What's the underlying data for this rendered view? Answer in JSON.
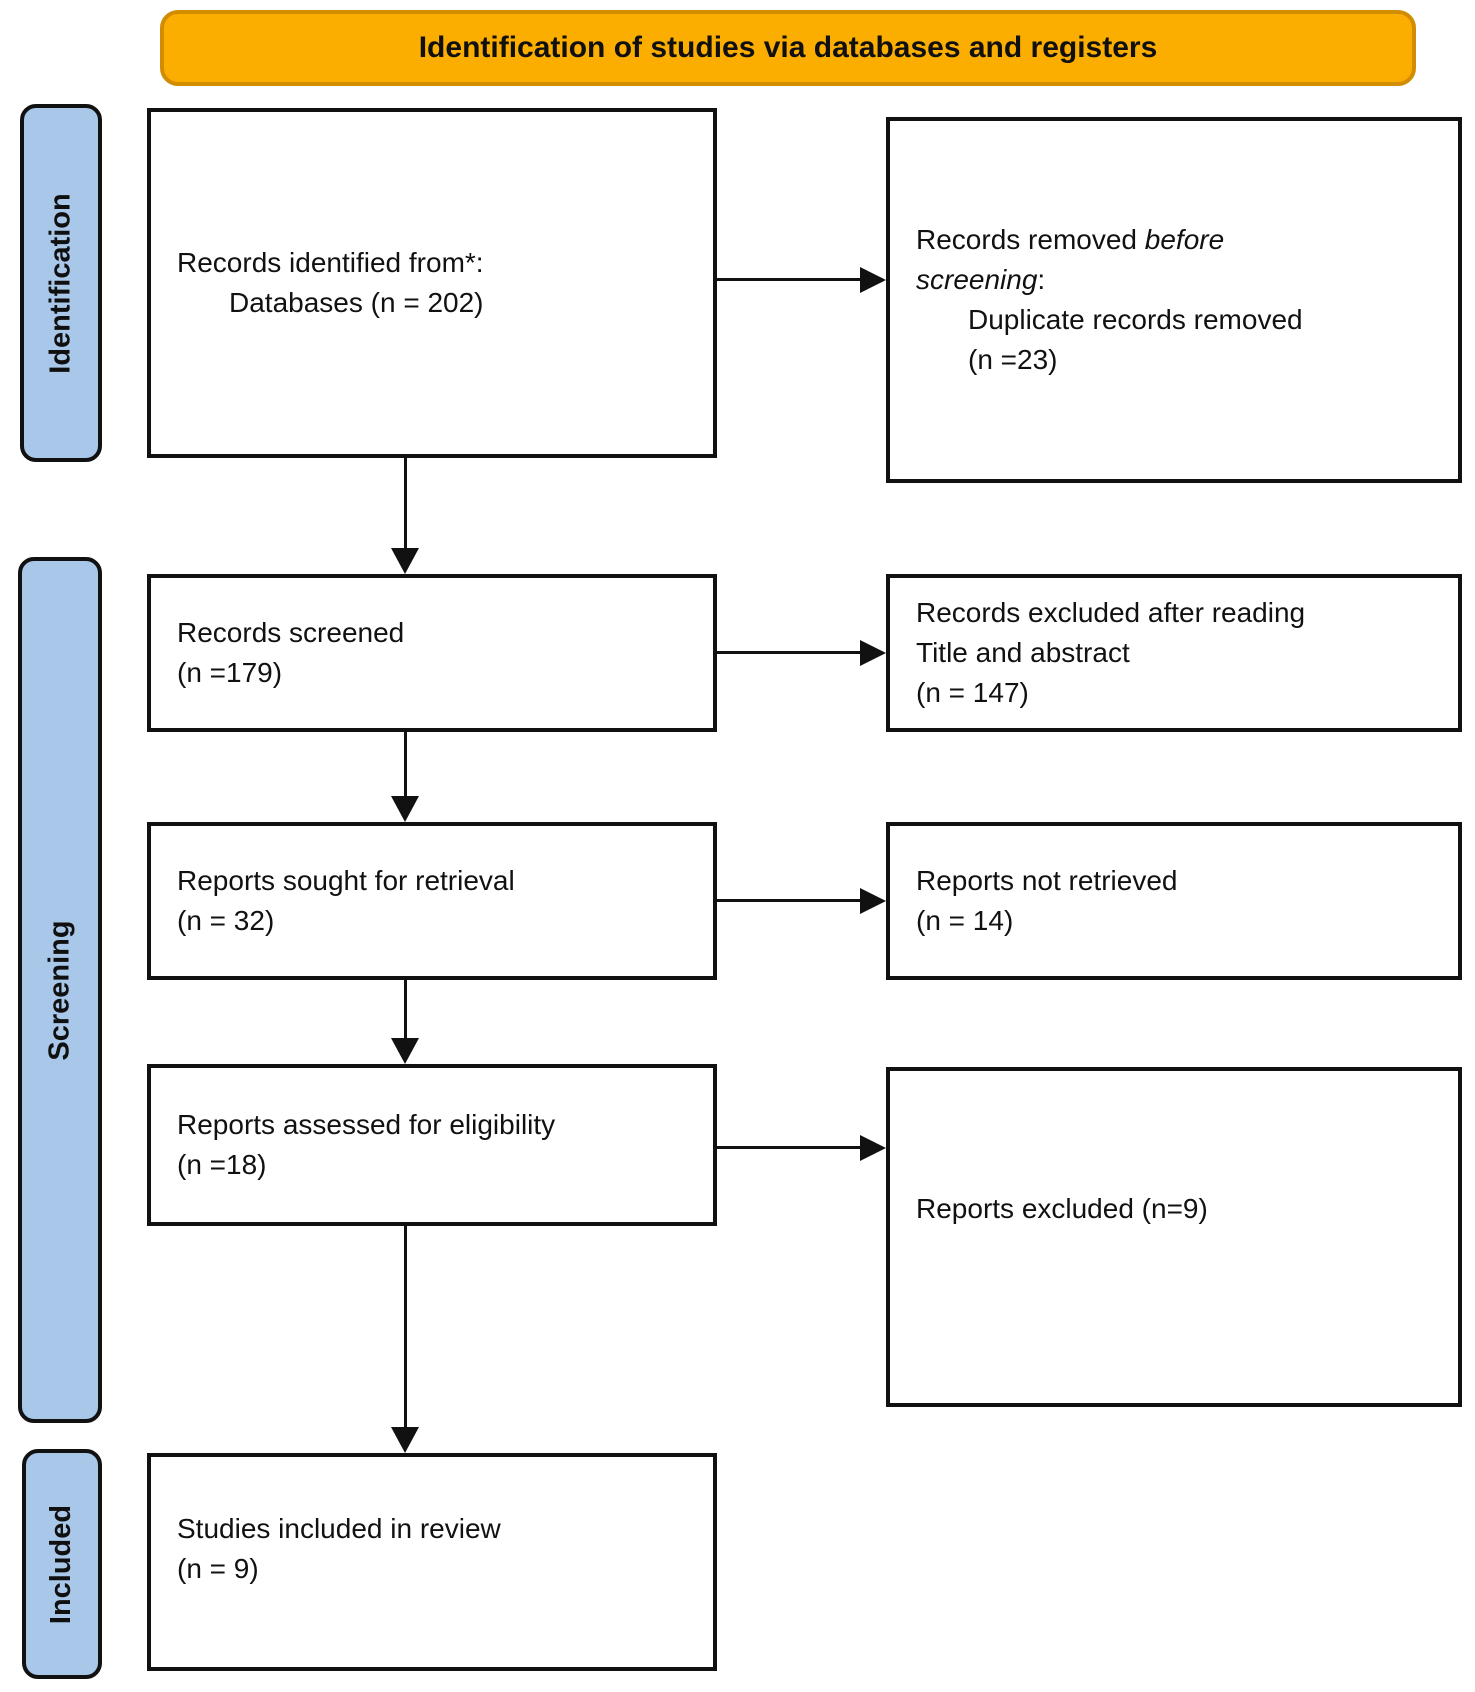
{
  "banner": {
    "title": "Identification of studies via databases and registers"
  },
  "colors": {
    "banner_bg": "#FBAD00",
    "banner_border": "#D18C00",
    "stage_bg": "#A8C7E9",
    "box_border": "#111111",
    "text": "#111111"
  },
  "stages": {
    "identification": "Identification",
    "screening": "Screening",
    "included": "Included"
  },
  "boxes": {
    "records_identified": {
      "lines": [
        "Records identified from*:",
        "Databases (n = 202)"
      ]
    },
    "records_removed": {
      "line1_regular": "Records removed ",
      "line1_italic": "before",
      "line2_italic": "screening",
      "line2_regular": ":",
      "lines": [
        "Duplicate records removed",
        "(n =23)"
      ]
    },
    "records_screened": {
      "lines": [
        "Records screened",
        "(n =179)"
      ]
    },
    "records_excluded": {
      "lines": [
        "Records excluded after reading",
        "Title and abstract",
        "(n = 147)"
      ]
    },
    "reports_sought": {
      "lines": [
        "Reports sought for retrieval",
        "(n = 32)"
      ]
    },
    "reports_not_retrieved": {
      "lines": [
        "Reports not retrieved",
        "(n = 14)"
      ]
    },
    "reports_assessed": {
      "lines": [
        "Reports assessed for eligibility",
        "(n =18)"
      ]
    },
    "reports_excluded": {
      "lines": [
        "Reports excluded (n=9)"
      ]
    },
    "studies_included": {
      "lines": [
        "Studies included in review",
        "(n = 9)"
      ]
    }
  }
}
